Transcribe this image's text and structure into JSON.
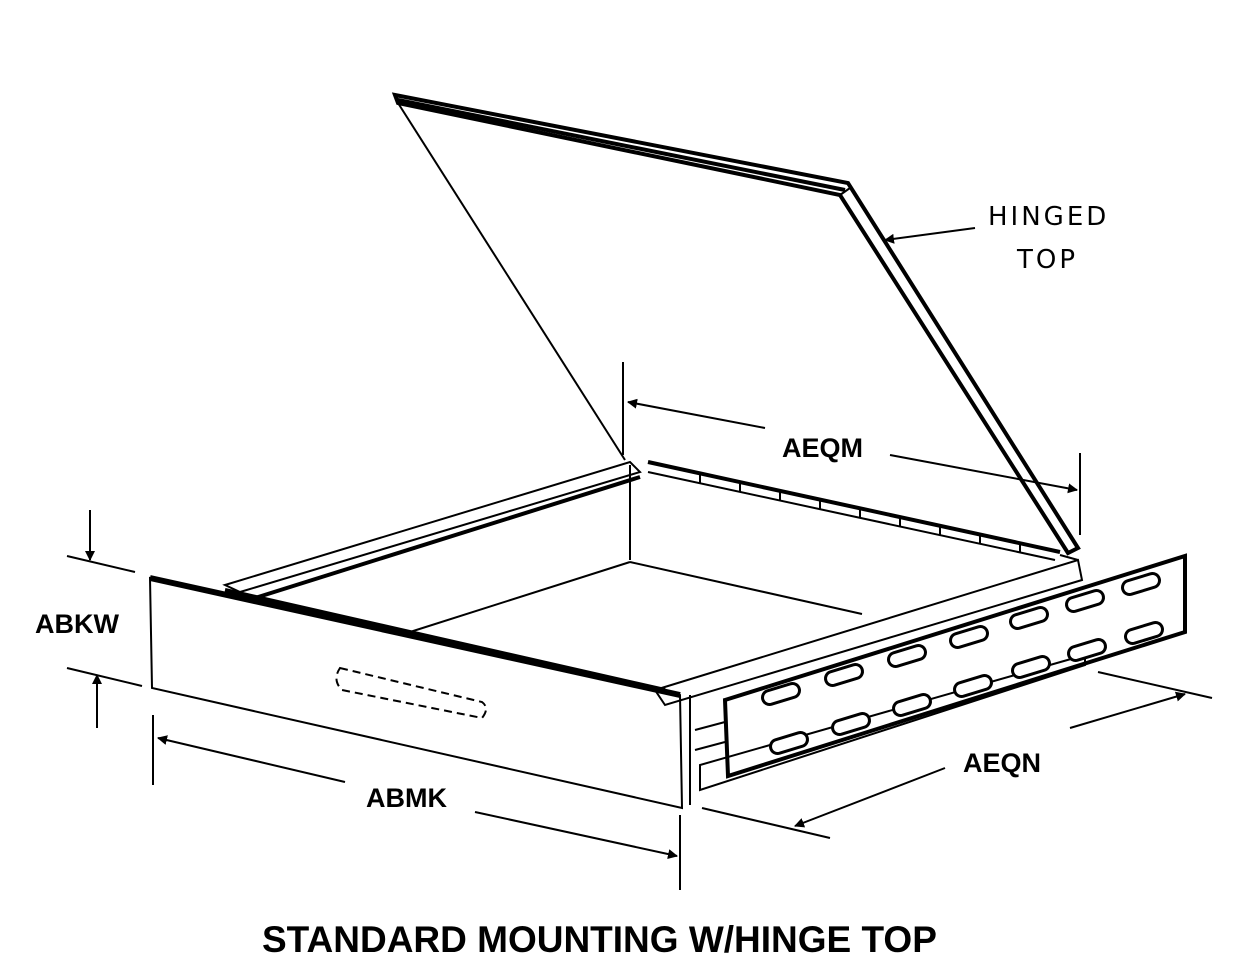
{
  "title": "STANDARD MOUNTING W/HINGE TOP",
  "labels": {
    "hinged_top_line1": "HINGED",
    "hinged_top_line2": "TOP",
    "aeqm": "AEQM",
    "abkw": "ABKW",
    "aeqn": "AEQN",
    "abmk": "ABMK"
  }
}
